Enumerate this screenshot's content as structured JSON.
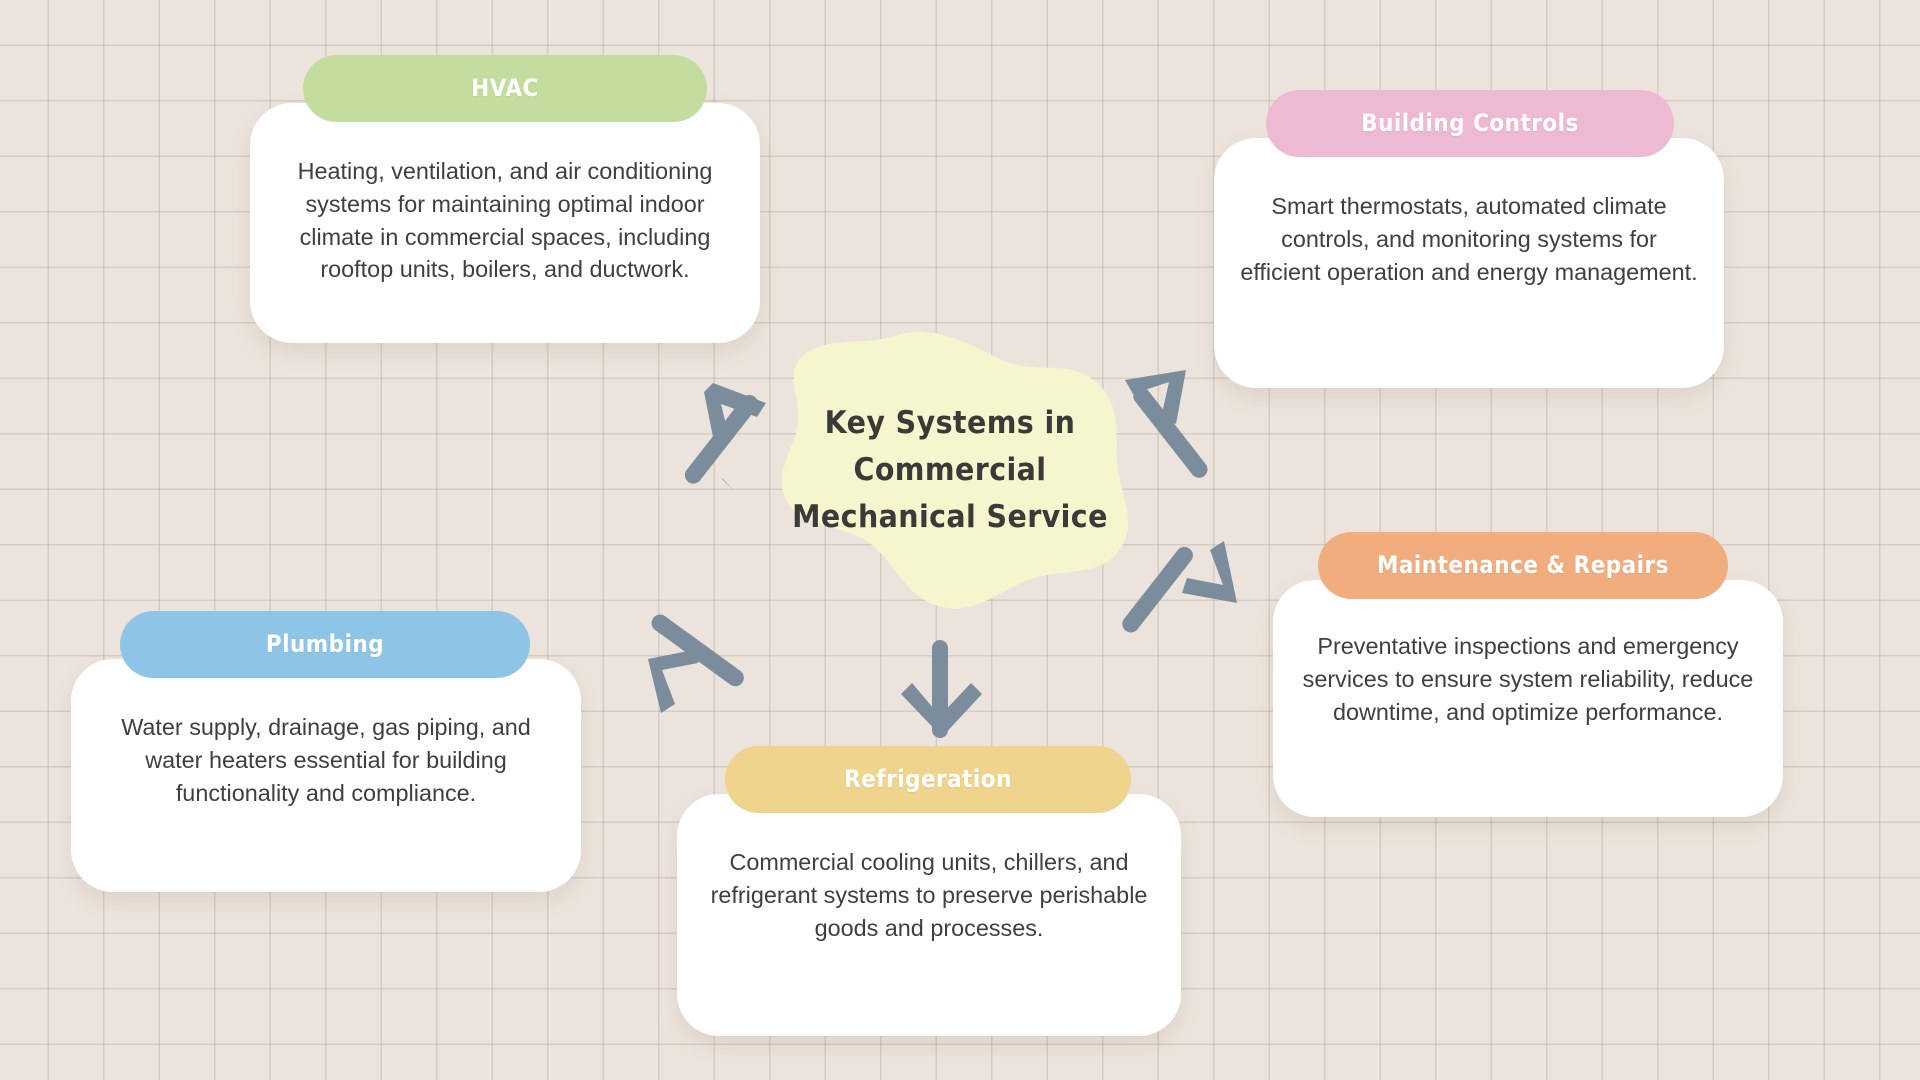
{
  "canvas": {
    "background_color": "#ece4dc",
    "grid_line_color": "#a09488"
  },
  "center": {
    "shape": "blob",
    "fill_color": "#f5f5ce",
    "title_lines": [
      "Key Systems in",
      "Commercial",
      "Mechanical Service"
    ],
    "title_full": "Key Systems in Commercial Mechanical Service"
  },
  "arrows": {
    "color": "#7b8d9c",
    "items": [
      {
        "name": "arrow-to-hvac",
        "direction": "up-left",
        "target": "HVAC"
      },
      {
        "name": "arrow-to-building-controls",
        "direction": "up-right",
        "target": "Building Controls"
      },
      {
        "name": "arrow-to-maintenance",
        "direction": "down-right",
        "target": "Maintenance & Repairs"
      },
      {
        "name": "arrow-to-plumbing",
        "direction": "down-left",
        "target": "Plumbing"
      },
      {
        "name": "arrow-to-refrigeration",
        "direction": "down",
        "target": "Refrigeration"
      }
    ]
  },
  "cards": [
    {
      "id": "hvac",
      "title": "HVAC",
      "header_color": "#c3dd9e",
      "body_color": "#ffffff",
      "description": "Heating, ventilation, and air conditioning systems for maintaining optimal indoor climate in commercial spaces, including rooftop units, boilers, and ductwork."
    },
    {
      "id": "building-controls",
      "title": "Building Controls",
      "header_color": "#eeb9d2",
      "body_color": "#ffffff",
      "description": "Smart thermostats, automated climate controls, and monitoring systems for efficient operation and energy management."
    },
    {
      "id": "maintenance-repairs",
      "title": "Maintenance & Repairs",
      "header_color": "#f2ad7f",
      "body_color": "#ffffff",
      "description": "Preventative inspections and emergency services to ensure system reliability, reduce downtime, and optimize performance."
    },
    {
      "id": "plumbing",
      "title": "Plumbing",
      "header_color": "#8ec5e6",
      "body_color": "#ffffff",
      "description": "Water supply, drainage, gas piping, and water heaters essential for building functionality and compliance."
    },
    {
      "id": "refrigeration",
      "title": "Refrigeration",
      "header_color": "#eed48c",
      "body_color": "#ffffff",
      "description": "Commercial cooling units, chillers, and refrigerant systems to preserve perishable goods and processes."
    }
  ]
}
